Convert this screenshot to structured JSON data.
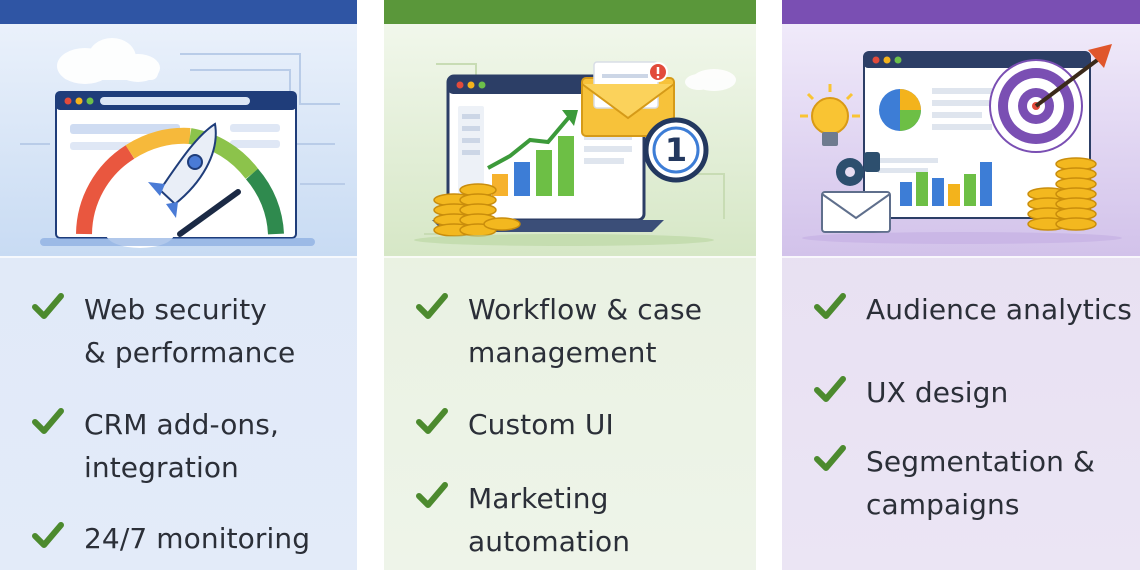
{
  "colors": {
    "security_accent": "#2f55a4",
    "workflow_accent": "#5a973a",
    "analytics_accent": "#7a4fb3",
    "check_green": "#4c8a2e",
    "text_dark": "#2b2f38"
  },
  "columns": [
    {
      "illustration": "browser-window-rocket-speedometer",
      "items": [
        {
          "icon": "check-icon",
          "text": "Web security\n& performance"
        },
        {
          "icon": "check-icon",
          "text": "CRM add-ons,\nintegration"
        },
        {
          "icon": "check-icon",
          "text": "24/7 monitoring"
        }
      ]
    },
    {
      "illustration": "laptop-growth-chart-email-coins",
      "badge_number": "1",
      "items": [
        {
          "icon": "check-icon",
          "text": "Workflow & case\nmanagement"
        },
        {
          "icon": "check-icon",
          "text": "Custom UI"
        },
        {
          "icon": "check-icon",
          "text": "Marketing\nautomation"
        }
      ]
    },
    {
      "illustration": "dashboard-target-lightbulb-coins",
      "items": [
        {
          "icon": "check-icon",
          "text": "Audience analytics"
        },
        {
          "icon": "check-icon",
          "text": "UX design"
        },
        {
          "icon": "check-icon",
          "text": "Segmentation &\ncampaigns"
        }
      ]
    }
  ]
}
